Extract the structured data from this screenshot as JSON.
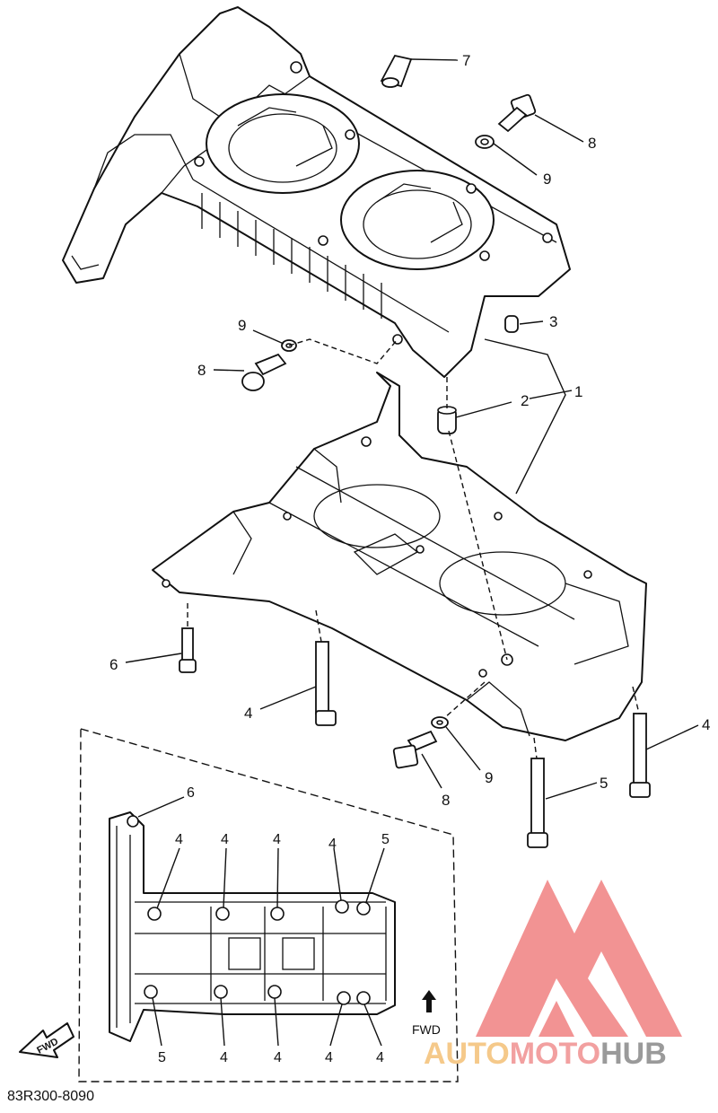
{
  "diagram": {
    "part_number": "83R300-8090",
    "fwd_label": "FWD",
    "fwd_badge": "FWD",
    "callouts": {
      "c7": "7",
      "c8a": "8",
      "c9a": "9",
      "c9b": "9",
      "c8b": "8",
      "c3": "3",
      "c2": "2",
      "c1": "1",
      "c6": "6",
      "c4a": "4",
      "c9c": "9",
      "c8c": "8",
      "c5a": "5",
      "c4b": "4"
    },
    "inset_callouts": {
      "i6": "6",
      "t4a": "4",
      "t4b": "4",
      "t4c": "4",
      "t4d": "4",
      "t5": "5",
      "b5": "5",
      "b4a": "4",
      "b4b": "4",
      "b4c": "4",
      "b4d": "4"
    }
  },
  "watermark": {
    "brand_a": "AUTO",
    "brand_b": "MOTO",
    "brand_c": "HUB",
    "color_a": "#f5c98a",
    "color_b": "#f2a0a0",
    "color_c": "#9a9a9a",
    "logo_color": "#f08080"
  }
}
